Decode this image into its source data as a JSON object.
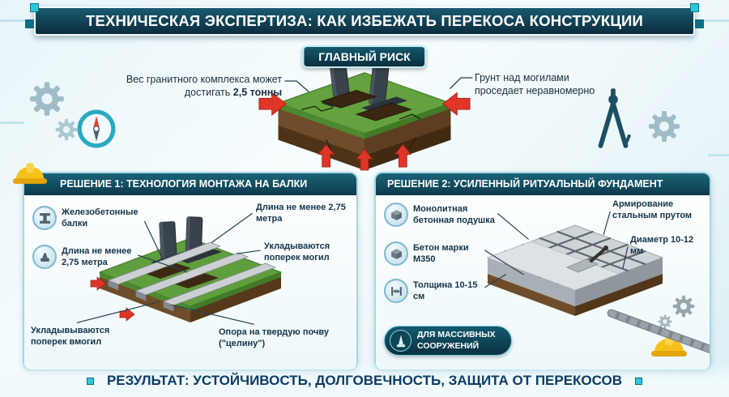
{
  "title": "ТЕХНИЧЕСКАЯ ЭКСПЕРТИЗА: КАК ИЗБЕЖАТЬ ПЕРЕКОСА КОНСТРУКЦИИ",
  "risk": {
    "badge": "ГЛАВНЫЙ РИСК",
    "weight_note": "Вес гранитного комплекса может достигать ",
    "weight_bold": "2,5 тонны",
    "soil_note": "Грунт над могилами проседает неравномерно"
  },
  "solution1": {
    "header": "РЕШЕНИЕ 1: ТЕХНОЛОГИЯ МОНТАЖА НА БАЛКИ",
    "items": [
      {
        "icon": "i-beam-icon",
        "label": "Железобетонные балки"
      },
      {
        "icon": "beam-length-icon",
        "label": "Длина не менее 2,75 метра"
      }
    ],
    "callouts": {
      "length": "Длина не менее 2,75 метра",
      "across": "Укладываются поперек могил",
      "across2": "Укладывываются поперек вмогил",
      "support": "Опора на твердую почву (\"целину\")"
    }
  },
  "solution2": {
    "header": "РЕШЕНИЕ 2: УСИЛЕННЫЙ РИТУАЛЬНЫЙ ФУНДАМЕНТ",
    "items": [
      {
        "icon": "concrete-pad-icon",
        "label": "Монолитная бетонная подушка"
      },
      {
        "icon": "concrete-grade-icon",
        "label": "Бетон марки М350"
      },
      {
        "icon": "thickness-icon",
        "label": "Толщина 10-15 см"
      }
    ],
    "callouts": {
      "rebar": "Армирование стальным прутом",
      "diameter": "Диаметр 10-12 мм"
    },
    "badge": "ДЛЯ МАССИВНЫХ СООРУЖЕНИЙ"
  },
  "result": "РЕЗУЛЬТАТ: УСТОЙЧИВОСТЬ, ДОЛГОВЕЧНОСТЬ, ЗАЩИТА ОТ ПЕРЕКОСОВ",
  "icons": {
    "hard_hat": "construction helmet",
    "gear": "cog wheel",
    "compass_rose": "compass badge",
    "drafting_compass": "drafting compass",
    "i_beam": "steel beam profile",
    "beam_length": "beam length",
    "concrete_cube": "concrete block",
    "thickness": "thickness arrows",
    "monument": "obelisk"
  },
  "colors": {
    "header_dark": "#0d3a4c",
    "accent_teal": "#29c8de",
    "alert_red": "#df3527",
    "helmet_yellow": "#f6c21a",
    "grass_green": "#5f9e3d",
    "soil_brown": "#6f4c2a",
    "concrete_gray": "#ced4d7",
    "result_blue": "#0d3c66"
  }
}
